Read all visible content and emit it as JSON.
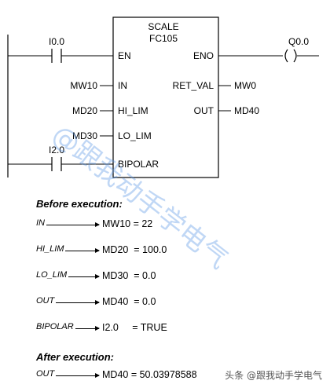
{
  "block": {
    "title": "SCALE",
    "fc": "FC105",
    "pins_left": {
      "en": "EN",
      "in": "IN",
      "hi_lim": "HI_LIM",
      "lo_lim": "LO_LIM",
      "bipolar": "BIPOLAR"
    },
    "pins_right": {
      "eno": "ENO",
      "ret_val": "RET_VAL",
      "out": "OUT"
    }
  },
  "operands": {
    "en_contact": "I0.0",
    "bipolar_contact": "I2.0",
    "in": "MW10",
    "hi_lim": "MD20",
    "lo_lim": "MD30",
    "coil": "Q0.0",
    "ret_val": "MW0",
    "out": "MD40"
  },
  "before": {
    "title": "Before execution:",
    "rows": [
      {
        "param": "IN",
        "value": "MW10 = 22"
      },
      {
        "param": "HI_LIM",
        "value": "MD20  = 100.0"
      },
      {
        "param": "LO_LIM",
        "value": "MD30  = 0.0"
      },
      {
        "param": "OUT",
        "value": "MD40  = 0.0"
      },
      {
        "param": "BIPOLAR",
        "value": "I2.0     = TRUE"
      }
    ]
  },
  "after": {
    "title": "After execution:",
    "rows": [
      {
        "param": "OUT",
        "value": "MD40 = 50.03978588"
      }
    ]
  },
  "watermark": "@跟我动手学电气",
  "footer": "头条 @跟我动手学电气"
}
